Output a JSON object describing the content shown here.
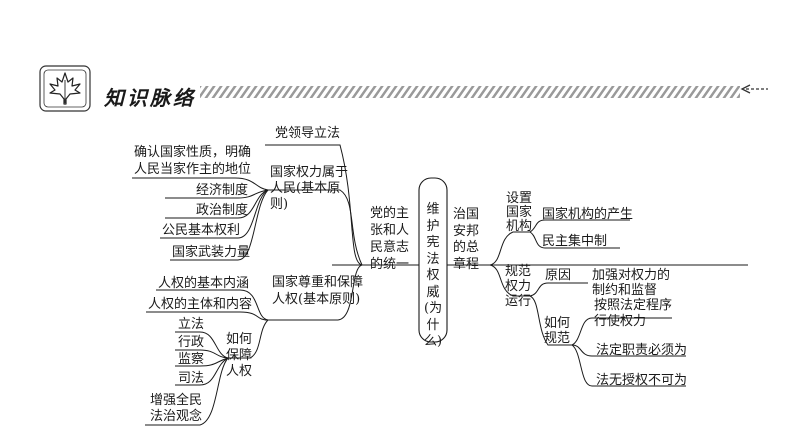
{
  "header": {
    "title": "知识脉络",
    "icon": "maple-leaf-icon",
    "arrow_icon": "back-arrow-icon"
  },
  "center": {
    "label": "维护宪法权威(为什么)",
    "left_hub": "党的主张和人民意志的统一",
    "right_hub": "治国安邦的总章程"
  },
  "left": {
    "party_leads": "党领导立法",
    "power_belongs": "国家权力属于人民(基本原则)",
    "power_items": [
      "确认国家性质，明确人民当家作主的地位",
      "经济制度",
      "政治制度",
      "公民基本权利",
      "国家武装力量"
    ],
    "respect_rights": "国家尊重和保障人权(基本原则)",
    "rights_items": [
      "人权的基本内涵",
      "人权的主体和内容"
    ],
    "how_protect": "如何保障人权",
    "how_items": [
      "立法",
      "行政",
      "监察",
      "司法",
      "增强全民法治观念"
    ]
  },
  "right": {
    "setup_organs": "设置国家机构",
    "setup_items": [
      "国家机构的产生",
      "民主集中制"
    ],
    "regulate_power": "规范权力运行",
    "reason": "原因",
    "reason_item": "加强对权力的制约和监督",
    "how_regulate": "如何规范",
    "how_items": [
      "按照法定程序行使权力",
      "法定职责必须为",
      "法无授权不可为"
    ]
  }
}
